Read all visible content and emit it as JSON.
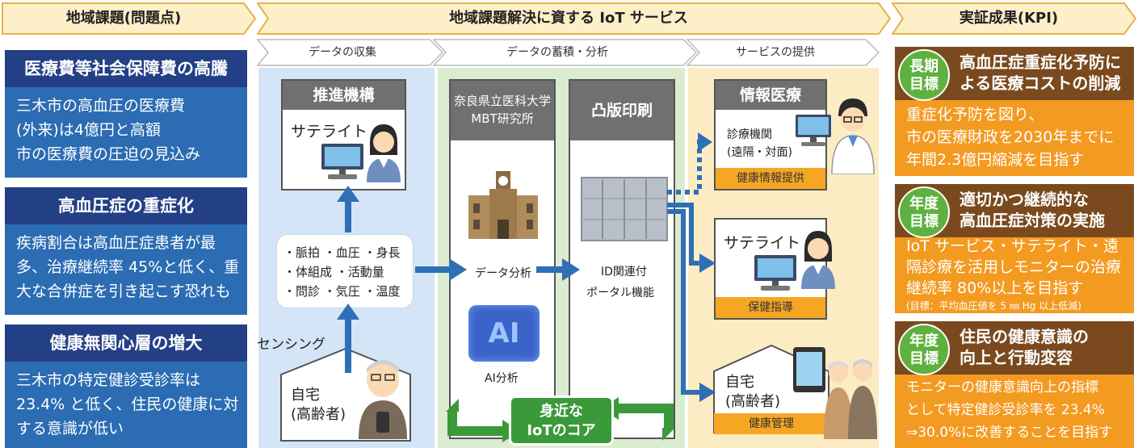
{
  "headers": {
    "left": "地域課題(問題点)",
    "center": "地域課題解決に資する IoT サービス",
    "right": "実証成果(KPI)"
  },
  "issues": [
    {
      "title": "医療費等社会保障費の高騰",
      "body": "三木市の高血圧の医療費\n(外来)は4億円と高額\n市の医療費の圧迫の見込み"
    },
    {
      "title": "高血圧症の重症化",
      "body": "疾病割合は高血圧症患者が最\n多、治療継続率 45%と低く、重\n大な合併症を引き起こす恐れも"
    },
    {
      "title": "健康無関心層の増大",
      "body": "三木市の特定健診受診率は\n23.4% と低く、住民の健康に対\nする意識が低い"
    }
  ],
  "phases": [
    "データの収集",
    "データの蓄積・分析",
    "サービスの提供"
  ],
  "collection": {
    "org_title": "推進機構",
    "satellite": "サテライト",
    "sensors": "・脈拍 ・血圧 ・身長\n・体組成 ・活動量\n・問診 ・気圧 ・温度",
    "sensing": "センシング",
    "home": "自宅\n(高齢者)"
  },
  "analysis": {
    "univ_title": "奈良県立医科大学\nMBT研究所",
    "printing_title": "凸版印刷",
    "data_analysis": "データ分析",
    "id_link": "ID関連付",
    "portal": "ポータル機能",
    "ai_label": "AI分析",
    "ai_badge": "AI",
    "core": "身近な\nIoTのコア"
  },
  "services": [
    {
      "title": "情報医療",
      "inner": "診療機関\n(遠隔・対面)",
      "pill": "健康情報提供"
    },
    {
      "title": "サテライト",
      "pill": "保健指導"
    },
    {
      "title": "自宅\n(高齢者)",
      "pill": "健康管理"
    }
  ],
  "kpis": [
    {
      "badge": "長期\n目標",
      "title": "高血圧症重症化予防に\nよる医療コストの削減",
      "body": "重症化予防を図り、\n市の医療財政を2030年までに\n年間2.3億円縮減を目指す",
      "note": ""
    },
    {
      "badge": "年度\n目標",
      "title": "適切かつ継続的な\n高血圧症対策の実施",
      "body": "IoT サービス・サテライト・遠\n隔診療を活用しモニターの治療\n継続率 80%以上を目指す",
      "note": "(目標：平均血圧値を 5 ㎜ Hg 以上低減)"
    },
    {
      "badge": "年度\n目標",
      "title": "住民の健康意識の\n向上と行動変容",
      "body": "モニターの健康意識向上の指標\nとして特定健診受診率を 23.4%\n⇒30.0%に改善することを目指す",
      "note": ""
    }
  ],
  "colors": {
    "issue_title": "#233f86",
    "issue_body": "#2b6cb3",
    "kpi_title": "#7a4a1e",
    "kpi_body": "#f39a21",
    "badge": "#5fb13f",
    "arrow": "#2f6fb6",
    "core_green": "#3a9a3a"
  }
}
